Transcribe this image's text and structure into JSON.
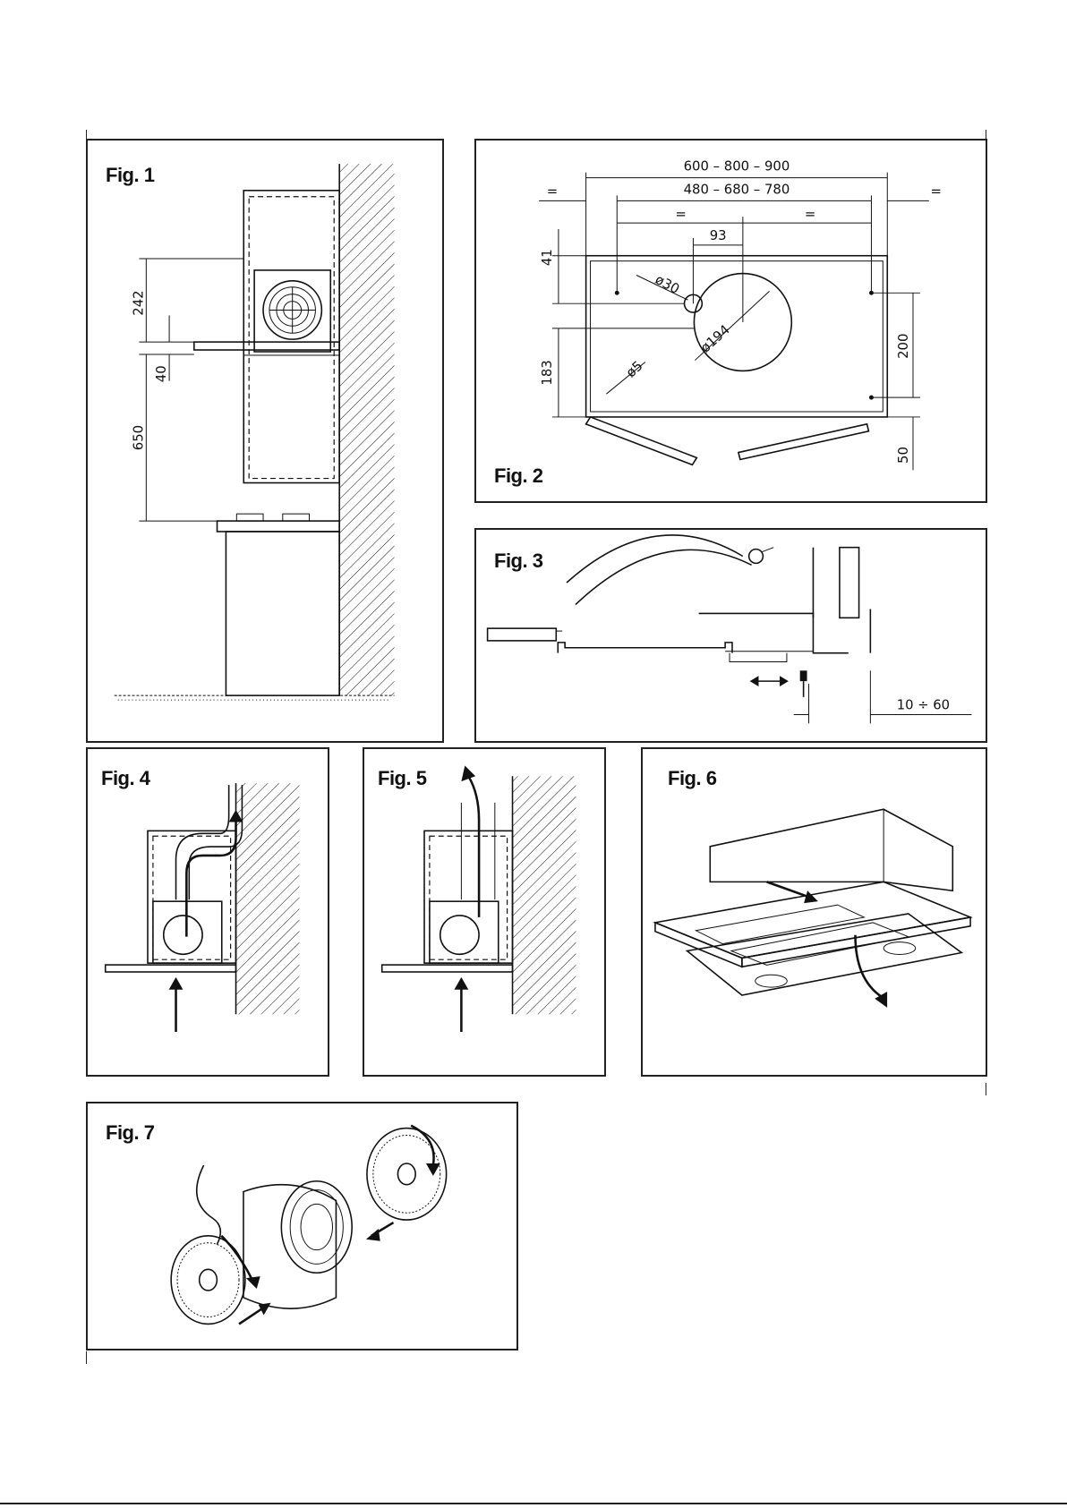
{
  "figures": [
    {
      "id": "fig1",
      "label": "Fig. 1",
      "dims": [
        "242",
        "40",
        "650"
      ]
    },
    {
      "id": "fig2",
      "label": "Fig. 2",
      "dims": [
        "600  –  800  –  900",
        "480  –  680  –  780",
        "=",
        "=",
        "=",
        "=",
        "93",
        "ø30",
        "ø194",
        "ø5",
        "41",
        "183",
        "200",
        "50"
      ]
    },
    {
      "id": "fig3",
      "label": "Fig. 3",
      "dims": [
        "10  ÷  60"
      ]
    },
    {
      "id": "fig4",
      "label": "Fig. 4"
    },
    {
      "id": "fig5",
      "label": "Fig. 5"
    },
    {
      "id": "fig6",
      "label": "Fig. 6"
    },
    {
      "id": "fig7",
      "label": "Fig. 7"
    }
  ]
}
